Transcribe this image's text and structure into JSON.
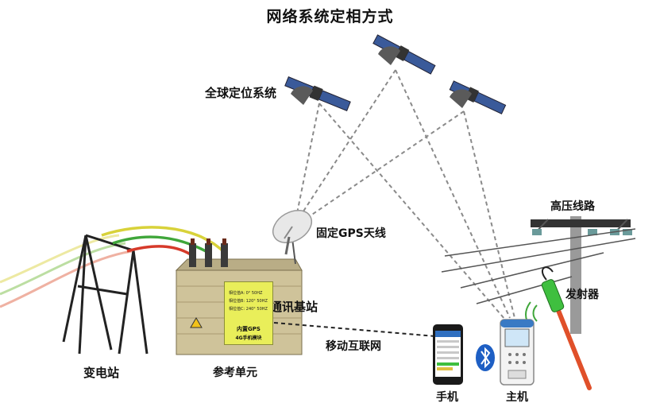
{
  "title": "网络系统定相方式",
  "labels": {
    "satellite_system": "全球定位系统",
    "gps_antenna": "固定GPS天线",
    "base_station": "通讯基站",
    "mobile_internet": "移动互联网",
    "substation": "变电站",
    "reference_unit": "参考单元",
    "phone": "手机",
    "host": "主机",
    "hv_line": "高压线路",
    "transmitter": "发射器"
  },
  "reference_screen": {
    "rows": [
      "相位值A: 0°     50HZ",
      "相位值B: 120°   50HZ",
      "相位值C: 240°   50HZ"
    ],
    "gps_text": "内置GPS",
    "module_text": "4G手机模块"
  },
  "colors": {
    "wire_yellow": "#d8d23a",
    "wire_green": "#3fa63a",
    "wire_red": "#d63a2a",
    "cabinet": "#cfc39a",
    "link_dash": "#8a8a8a",
    "probe_orange": "#e0502a",
    "probe_green": "#3fbf3f",
    "bluetooth": "#1e5fc4"
  },
  "icons": [
    "satellite-icon",
    "satellite-dish-icon",
    "bluetooth-icon",
    "smartphone-icon",
    "warning-icon"
  ]
}
